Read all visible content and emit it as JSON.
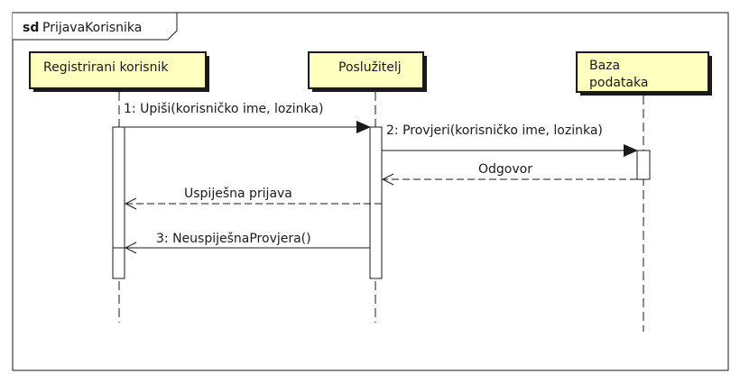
{
  "frame": {
    "keyword": "sd",
    "name": "PrijavaKorisnika"
  },
  "lifelines": [
    {
      "id": "user",
      "label": "Registrirani korisnik"
    },
    {
      "id": "server",
      "label": "Poslužitelj"
    },
    {
      "id": "db",
      "label_line1": "Baza",
      "label_line2": "podataka"
    }
  ],
  "messages": [
    {
      "label": "1: Upiši(korisničko ime, lozinka)",
      "kind": "sync"
    },
    {
      "label": "2: Provjeri(korisničko ime, lozinka)",
      "kind": "sync"
    },
    {
      "label": "Odgovor",
      "kind": "return"
    },
    {
      "label": "Uspiješna prijava",
      "kind": "return"
    },
    {
      "label": "3: NeuspiješnaProvjera()",
      "kind": "async"
    }
  ],
  "colors": {
    "lifeline_fill": "#ffffc0",
    "stroke": "#1a1a1a",
    "activation_fill": "#ffffff"
  }
}
